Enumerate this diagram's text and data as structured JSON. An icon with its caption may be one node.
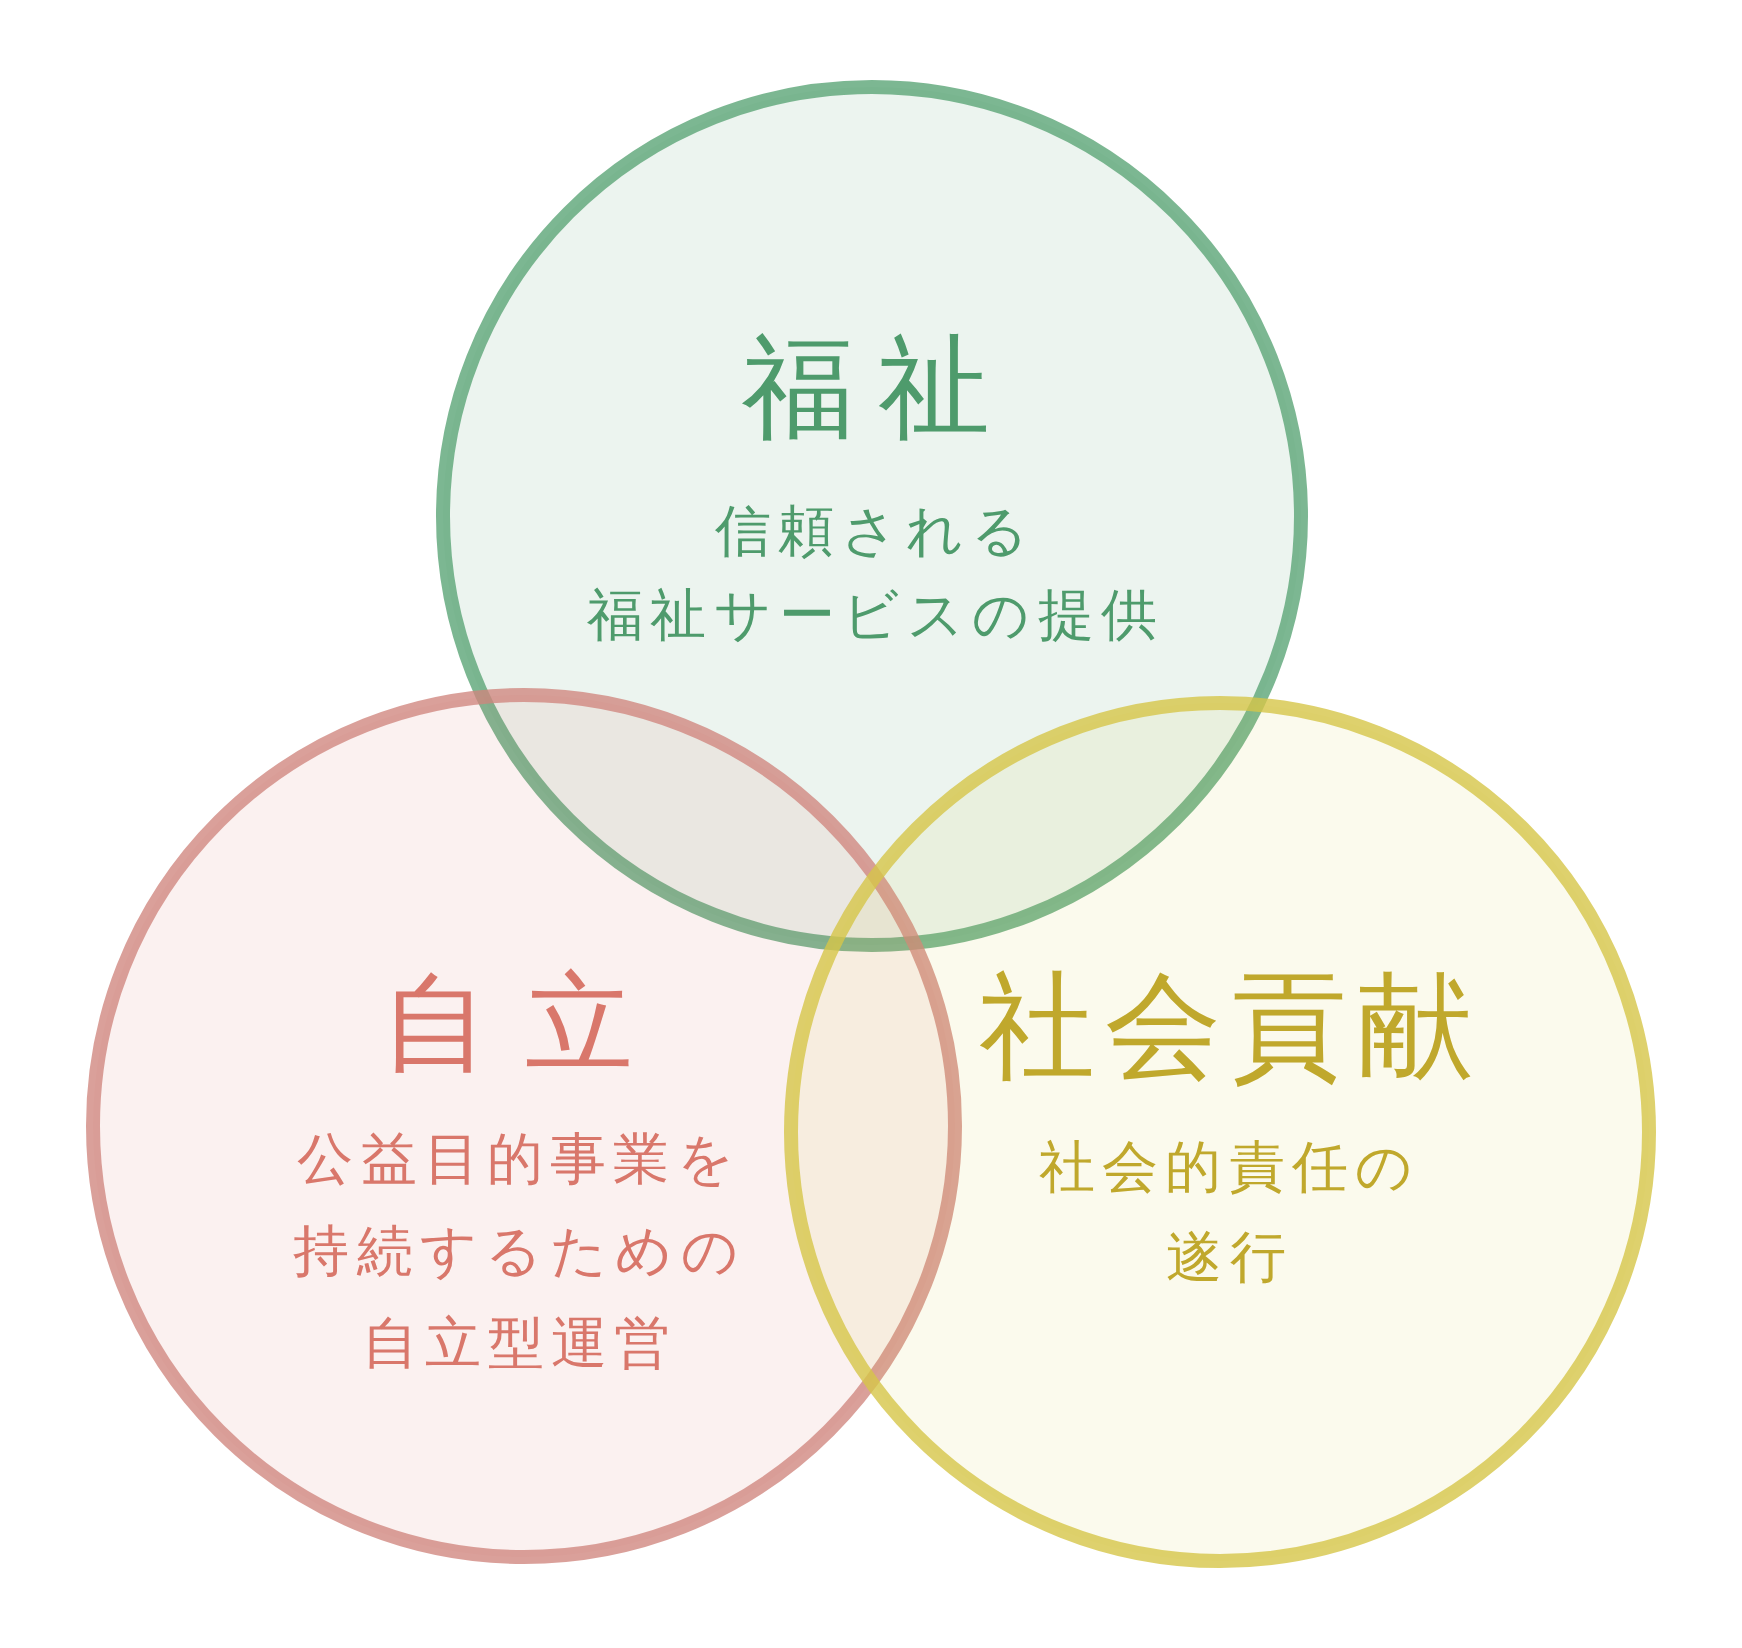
{
  "diagram": {
    "nodes": [
      {
        "text": [
          "福祉",
          "信頼される福祉サービスの提供"
        ]
      },
      {
        "text": [
          "自立",
          "公益目的事業を持続するための自立型運営"
        ]
      },
      {
        "text": [
          "社会貢献",
          "社会的責任の遂行"
        ]
      }
    ]
  }
}
